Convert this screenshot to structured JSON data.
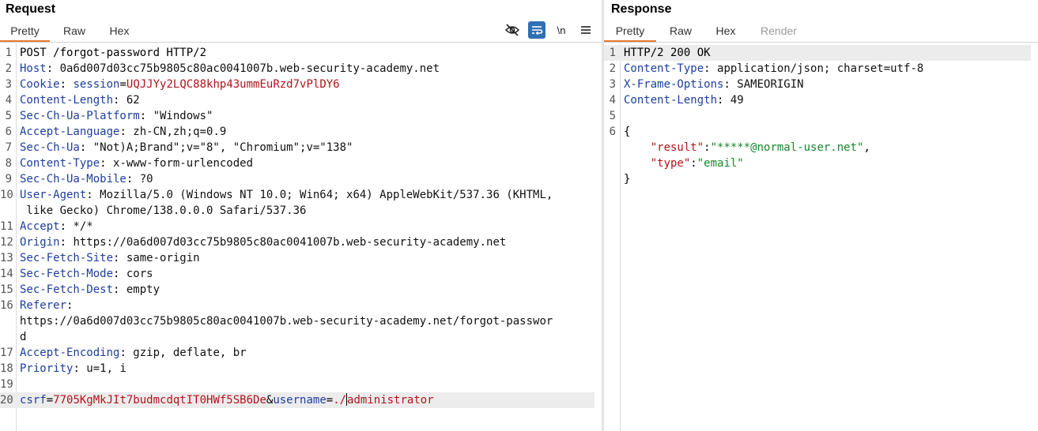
{
  "request": {
    "title": "Request",
    "tabs": [
      "Pretty",
      "Raw",
      "Hex"
    ],
    "icons": [
      "eye-slash-icon",
      "word-wrap-icon",
      "newline-icon",
      "menu-icon"
    ],
    "newline_glyph": "\\n",
    "lines": [
      "POST /forgot-password HTTP/2",
      {
        "n": "Host",
        "v": "0a6d007d03cc75b9805c80ac0041007b.web-security-academy.net"
      },
      {
        "n": "Cookie",
        "v": "session=UQJJYy2LQC88khp43ummEuRzd7vPlDY6"
      },
      {
        "n": "Content-Length",
        "v": "62"
      },
      {
        "n": "Sec-Ch-Ua-Platform",
        "v": "\"Windows\""
      },
      {
        "n": "Accept-Language",
        "v": "zh-CN,zh;q=0.9"
      },
      {
        "n": "Sec-Ch-Ua",
        "v": "\"Not)A;Brand\";v=\"8\", \"Chromium\";v=\"138\""
      },
      {
        "n": "Content-Type",
        "v": "x-www-form-urlencoded"
      },
      {
        "n": "Sec-Ch-Ua-Mobile",
        "v": "?0"
      },
      {
        "n": "User-Agent",
        "v": "Mozilla/5.0 (Windows NT 10.0; Win64; x64) AppleWebKit/537.36 (KHTML,",
        "cont": " like Gecko) Chrome/138.0.0.0 Safari/537.36"
      },
      {
        "n": "Accept",
        "v": "*/*"
      },
      {
        "n": "Origin",
        "v": "https://0a6d007d03cc75b9805c80ac0041007b.web-security-academy.net"
      },
      {
        "n": "Sec-Fetch-Site",
        "v": "same-origin"
      },
      {
        "n": "Sec-Fetch-Mode",
        "v": "cors"
      },
      {
        "n": "Sec-Fetch-Dest",
        "v": "empty"
      },
      {
        "n": "Referer",
        "v": "",
        "cont": "https://0a6d007d03cc75b9805c80ac0041007b.web-security-academy.net/forgot-passwor",
        "cont2": "d"
      },
      {
        "n": "Accept-Encoding",
        "v": "gzip, deflate, br"
      },
      {
        "n": "Priority",
        "v": "u=1, i"
      },
      "",
      {
        "body": [
          [
            "csrf",
            "7705KgMkJIt7budmcdqtIT0HWf5SB6De"
          ],
          [
            "username",
            "./administrator"
          ]
        ]
      }
    ]
  },
  "response": {
    "title": "Response",
    "tabs": [
      "Pretty",
      "Raw",
      "Hex",
      "Render"
    ],
    "lines": [
      "HTTP/2 200 OK",
      {
        "n": "Content-Type",
        "v": "application/json; charset=utf-8"
      },
      {
        "n": "X-Frame-Options",
        "v": "SAMEORIGIN"
      },
      {
        "n": "Content-Length",
        "v": "49"
      },
      "",
      {
        "json": [
          "{",
          [
            "result",
            "*****@normal-user.net",
            ","
          ],
          [
            "type",
            "email",
            ""
          ],
          "}"
        ]
      }
    ]
  },
  "colors": {
    "accent": "#e8792f",
    "header_name": "#1d3f9c",
    "param_value": "#b3131b",
    "json_string": "#16872a"
  }
}
